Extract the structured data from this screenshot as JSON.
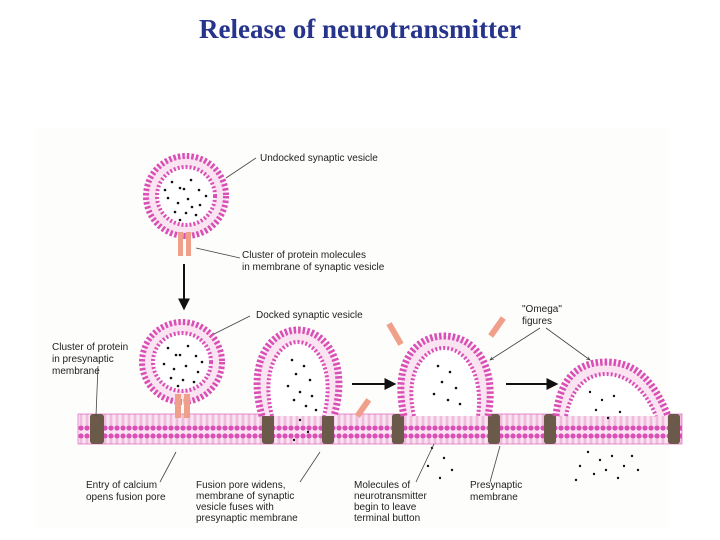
{
  "title": "Release of neurotransmitter",
  "colors": {
    "title": "#27348b",
    "head_group": "#d94fb5",
    "tail": "#f2c8e4",
    "membrane_pink": "#d94fb5",
    "membrane_gray": "#bcbcc8",
    "protein": "#f0a08a",
    "channel": "#6b5a4a",
    "dots": "#111111"
  },
  "labels": {
    "undocked": [
      "Undocked synaptic vesicle"
    ],
    "protein_cluster_vesicle": [
      "Cluster of protein molecules",
      "in membrane of synaptic vesicle"
    ],
    "docked": [
      "Docked synaptic vesicle"
    ],
    "omega": [
      "\"Omega\"",
      "figures"
    ],
    "protein_cluster_presynaptic": [
      "Cluster of protein",
      "in presynaptic",
      "membrane"
    ],
    "calcium": [
      "Entry of calcium",
      "opens fusion pore"
    ],
    "fusion_pore": [
      "Fusion pore widens,",
      "membrane of synaptic",
      "vesicle fuses with",
      "presynaptic membrane"
    ],
    "molecules": [
      "Molecules of",
      "neurotransmitter",
      "begin to leave",
      "terminal button"
    ],
    "presynaptic": [
      "Presynaptic",
      "membrane"
    ]
  }
}
